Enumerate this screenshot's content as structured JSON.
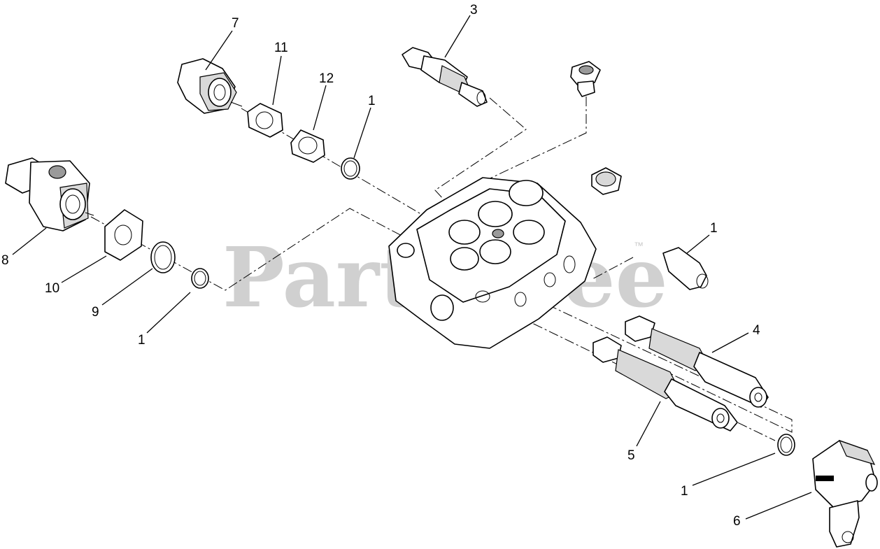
{
  "watermark": {
    "text": "PartsTree",
    "mark": "™"
  },
  "callouts": [
    {
      "id": "c3",
      "label": "3"
    },
    {
      "id": "c7",
      "label": "7"
    },
    {
      "id": "c11",
      "label": "11"
    },
    {
      "id": "c12",
      "label": "12"
    },
    {
      "id": "c1a",
      "label": "1"
    },
    {
      "id": "c8",
      "label": "8"
    },
    {
      "id": "c10",
      "label": "10"
    },
    {
      "id": "c9",
      "label": "9"
    },
    {
      "id": "c1b",
      "label": "1"
    },
    {
      "id": "c1c",
      "label": "1"
    },
    {
      "id": "c4",
      "label": "4"
    },
    {
      "id": "c5",
      "label": "5"
    },
    {
      "id": "c1d",
      "label": "1"
    },
    {
      "id": "c6",
      "label": "6"
    }
  ],
  "colors": {
    "line": "#000000",
    "watermark": "#c8c8c8",
    "background": "#ffffff"
  }
}
